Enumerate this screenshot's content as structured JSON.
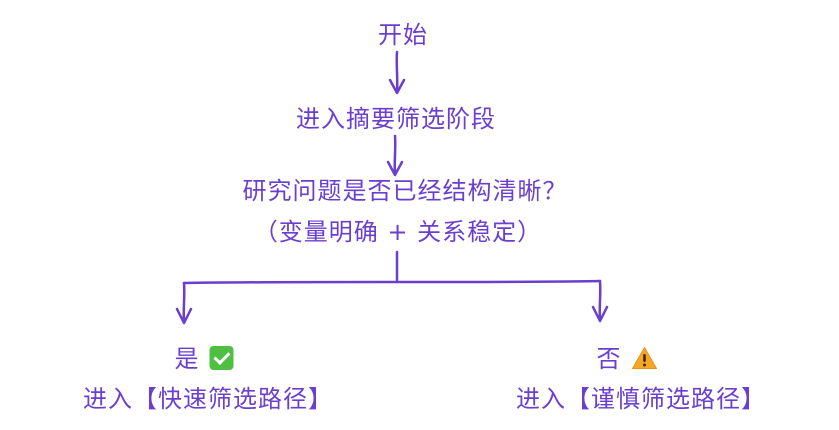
{
  "diagram": {
    "start": "开始",
    "stage": "进入摘要筛选阶段",
    "question": "研究问题是否已经结构清晰？",
    "condition": "（变量明确 + 关系稳定）",
    "branches": {
      "yes": {
        "label": "是",
        "icon": "check-icon",
        "path": "进入【快速筛选路径】"
      },
      "no": {
        "label": "否",
        "icon": "warning-icon",
        "path": "进入【谨慎筛选路径】"
      }
    }
  },
  "colors": {
    "text": "#6a3fd0",
    "line": "#6a3fd0",
    "check": "#4fbf42",
    "warning": "#f5a623"
  }
}
